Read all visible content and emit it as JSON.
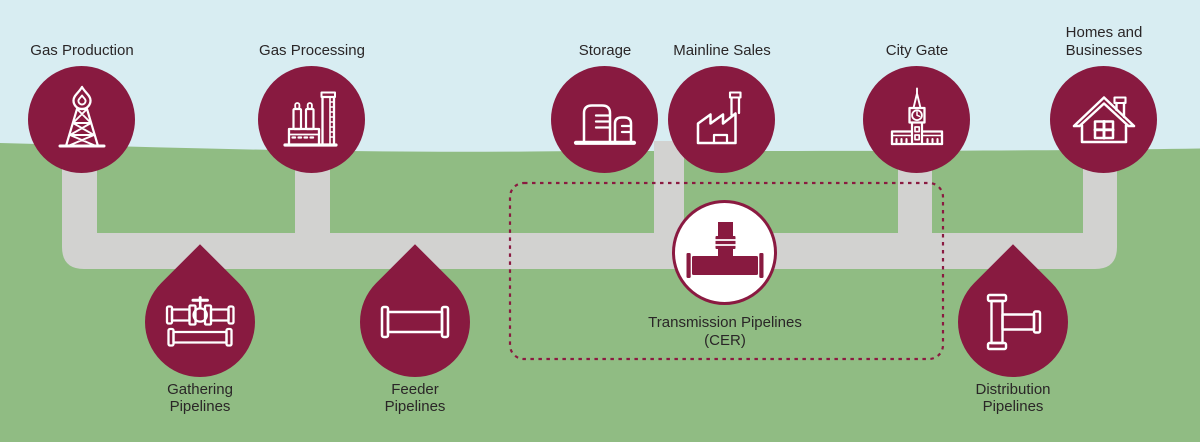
{
  "palette": {
    "sky": "#d8edf2",
    "ground": "#90bc83",
    "pipe": "#d2d2d0",
    "maroon": "#881a40",
    "line": "#8a1a41",
    "text": "#2a2627",
    "white": "#ffffff"
  },
  "stations": [
    {
      "label": "Gas Production",
      "icon": "oil-derrick-icon"
    },
    {
      "label": "Gas Processing",
      "icon": "refinery-icon"
    },
    {
      "label": "Storage",
      "icon": "storage-tanks-icon"
    },
    {
      "label": "Mainline Sales",
      "icon": "factory-icon"
    },
    {
      "label": "City Gate",
      "icon": "clock-tower-icon"
    },
    {
      "label": "Homes and Businesses",
      "icon": "house-icon"
    }
  ],
  "pipelines": [
    {
      "label": "Gathering Pipelines",
      "icon": "valve-pipe-icon"
    },
    {
      "label": "Feeder Pipelines",
      "icon": "pipe-icon"
    },
    {
      "label": "Distribution Pipelines",
      "icon": "tee-pipe-icon"
    }
  ],
  "transmission": {
    "label": "Transmission Pipelines",
    "sub_label": "(CER)",
    "icon": "tee-fitting-icon"
  }
}
